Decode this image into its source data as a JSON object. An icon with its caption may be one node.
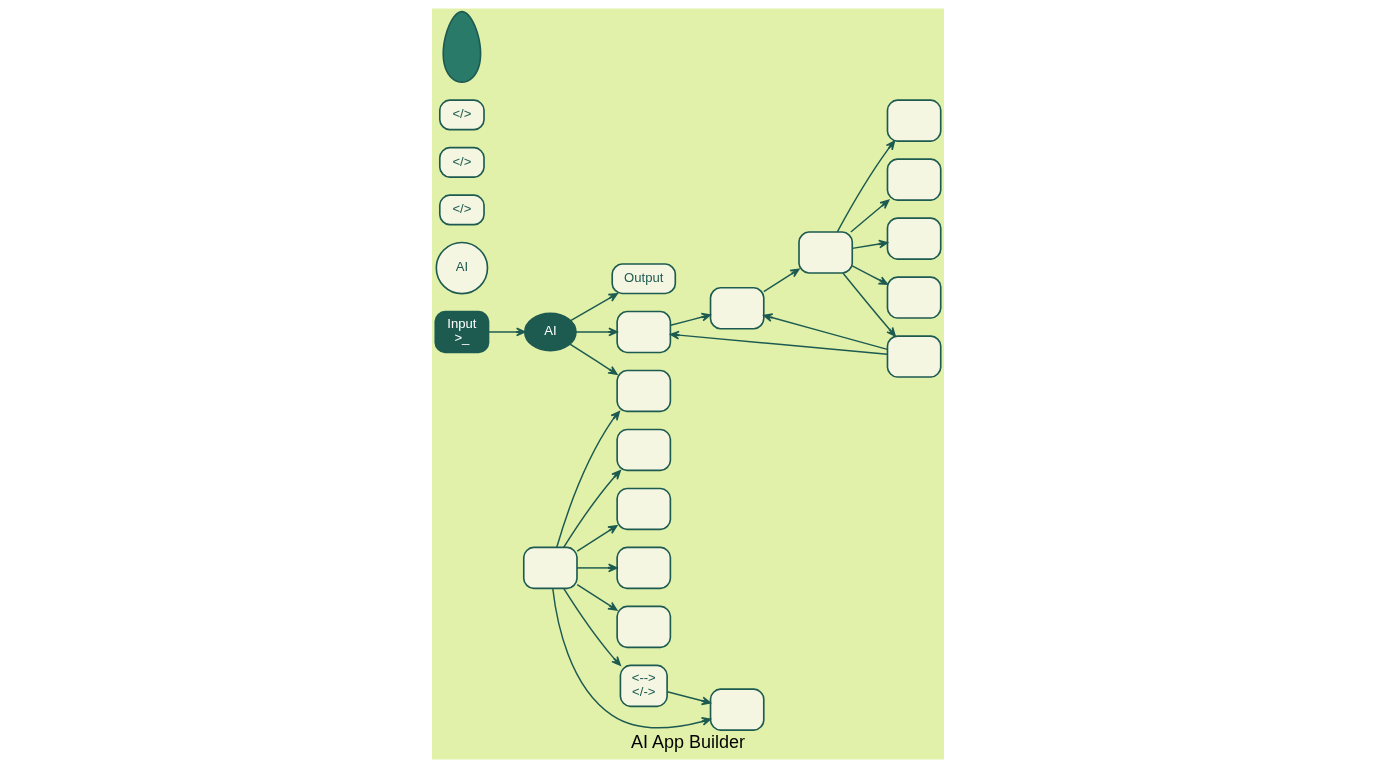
{
  "diagram": {
    "caption": "AI App Builder",
    "nodes": [
      {
        "text": [
          "Input",
          ">_"
        ]
      },
      {
        "text": [
          "AI"
        ]
      },
      {
        "text": [
          "AI"
        ]
      },
      {
        "text": [
          "</>"
        ]
      },
      {
        "text": [
          "</>"
        ]
      },
      {
        "text": [
          "</>"
        ]
      },
      {
        "text": [
          "Output"
        ]
      },
      {
        "text": [],
        "shape": "box"
      },
      {
        "text": [],
        "shape": "box"
      },
      {
        "text": [],
        "shape": "box"
      },
      {
        "text": [],
        "shape": "box"
      },
      {
        "text": [],
        "shape": "box"
      },
      {
        "text": [
          "<-->",
          "</->"
        ]
      },
      {
        "text": [],
        "shape": "box"
      },
      {
        "text": [],
        "shape": "box"
      },
      {
        "text": [],
        "shape": "person"
      },
      {
        "text": [],
        "shape": "box"
      },
      {
        "text": [],
        "shape": "box"
      },
      {
        "text": [],
        "shape": "box"
      },
      {
        "text": [],
        "shape": "box"
      },
      {
        "text": [],
        "shape": "box"
      },
      {
        "text": [],
        "shape": "box"
      },
      {
        "text": [],
        "shape": "box"
      },
      {
        "text": [],
        "shape": "box"
      }
    ],
    "edges": [
      {
        "from": 0,
        "to": 1,
        "arrow": "to"
      },
      {
        "from": 1,
        "to": 6,
        "arrow": "to"
      },
      {
        "from": 1,
        "to": 13,
        "arrow": "to"
      },
      {
        "from": 1,
        "to": 16,
        "arrow": "to"
      },
      {
        "from": 7,
        "to": 8,
        "arrow": "to"
      },
      {
        "from": 7,
        "to": 9,
        "arrow": "to"
      },
      {
        "from": 7,
        "to": 10,
        "arrow": "to"
      },
      {
        "from": 7,
        "to": 13,
        "arrow": "to"
      },
      {
        "from": 7,
        "to": 14,
        "arrow": "to"
      },
      {
        "from": 7,
        "to": 11,
        "arrow": "to"
      },
      {
        "from": 7,
        "to": 12,
        "arrow": "to"
      },
      {
        "from": 12,
        "to": 14,
        "arrow": "to"
      },
      {
        "from": 16,
        "to": 17,
        "arrow": "to"
      },
      {
        "from": 17,
        "to": 18,
        "arrow": "to"
      },
      {
        "from": 18,
        "to": 19,
        "arrow": "to"
      },
      {
        "from": 18,
        "to": 20,
        "arrow": "to"
      },
      {
        "from": 18,
        "to": 21,
        "arrow": "to"
      },
      {
        "from": 18,
        "to": 22,
        "arrow": "to"
      },
      {
        "from": 18,
        "to": 23,
        "arrow": "to"
      },
      {
        "from": 23,
        "to": 17,
        "arrow": "to"
      },
      {
        "from": 23,
        "to": 16,
        "arrow": "to"
      }
    ]
  }
}
